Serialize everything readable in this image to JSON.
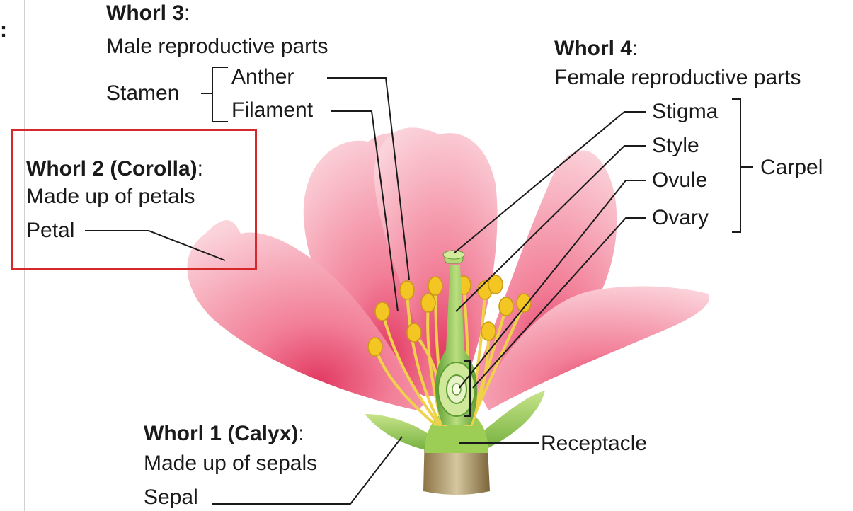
{
  "edge_mark": ":",
  "whorl3": {
    "heading": "Whorl 3",
    "colon": ":",
    "subtitle": "Male reproductive parts"
  },
  "stamen": {
    "group_label": "Stamen",
    "parts": {
      "anther": "Anther",
      "filament": "Filament"
    }
  },
  "whorl4": {
    "heading": "Whorl 4",
    "colon": ":",
    "subtitle": "Female reproductive parts"
  },
  "carpel": {
    "group_label": "Carpel",
    "parts": {
      "stigma": "Stigma",
      "style": "Style",
      "ovule": "Ovule",
      "ovary": "Ovary"
    }
  },
  "whorl2": {
    "heading": "Whorl 2 (Corolla)",
    "colon": ":",
    "subtitle": "Made up of petals",
    "part": "Petal"
  },
  "whorl1": {
    "heading": "Whorl 1 (Calyx)",
    "colon": ":",
    "subtitle": "Made up of sepals",
    "part": "Sepal"
  },
  "receptacle": "Receptacle",
  "colors": {
    "highlight_box": "#d62828",
    "petal": "#f4a6b4",
    "petal_center": "#e33d63",
    "sepal": "#8fc63f",
    "pistil": "#7ab648",
    "anther": "#f3c623",
    "filament": "#f1d84a",
    "stem": "#a08a5c"
  }
}
